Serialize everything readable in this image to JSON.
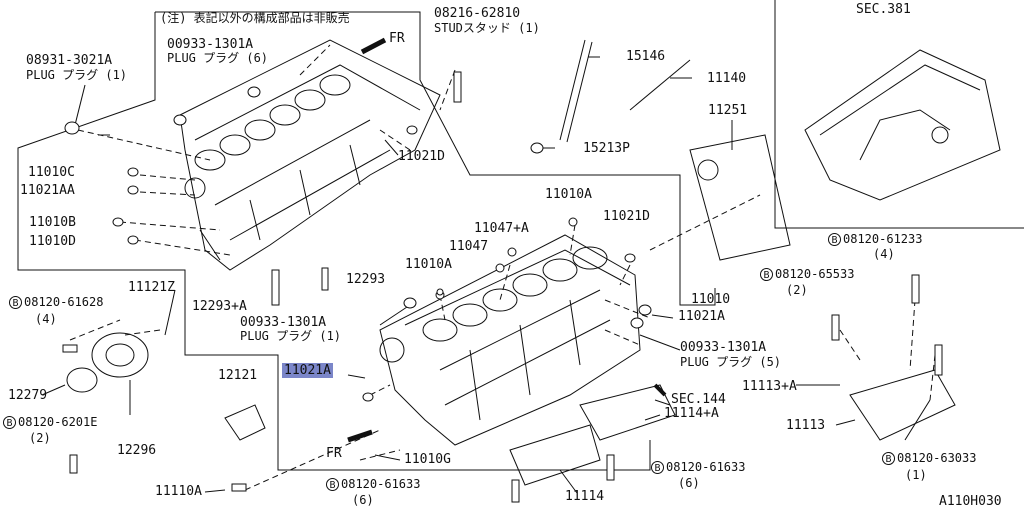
{
  "diagram": {
    "id_code": "A110H030",
    "note": "(注) 表記以外の構成部品は非販売",
    "directions": {
      "fr_top": "FR",
      "fr_bottom": "FR"
    },
    "sections": {
      "sec381": "SEC.381",
      "sec144": "SEC.144"
    },
    "parts": {
      "p08216": "08216-62810",
      "p08216_desc": "STUDスタッド (1)",
      "p08931": "08931-3021A",
      "p08931_desc": "PLUG プラグ (1)",
      "p00933_top": "00933-1301A",
      "p00933_top_desc": "PLUG プラグ (6)",
      "p15146": "15146",
      "p11140": "11140",
      "p11251": "11251",
      "p15213P": "15213P",
      "p11021D_top": "11021D",
      "p11010C": "11010C",
      "p11021AA": "11021AA",
      "p11010B": "11010B",
      "p11010D": "11010D",
      "p11010A_1": "11010A",
      "p11047A": "11047+A",
      "p11021D_mid": "11021D",
      "p11047": "11047",
      "p11010A_2": "11010A",
      "p12293": "12293",
      "p12293A": "12293+A",
      "p11121Z": "11121Z",
      "p00933_mid": "00933-1301A",
      "p00933_mid_desc": "PLUG プラグ (1)",
      "p11010": "11010",
      "p11021A_right": "11021A",
      "p00933_right": "00933-1301A",
      "p00933_right_desc": "PLUG プラグ (5)",
      "p12121": "12121",
      "p11021A_hl": "11021A",
      "p12279": "12279",
      "p12296": "12296",
      "p11113A": "11113+A",
      "p11114A": "11114+A",
      "p11113": "11113",
      "p11010G": "11010G",
      "p11114": "11114",
      "p11110A": "11110A"
    },
    "bolts": {
      "b61628": {
        "num": "08120-61628",
        "qty": "(4)"
      },
      "b6201E": {
        "num": "08120-6201E",
        "qty": "(2)"
      },
      "b61233": {
        "num": "08120-61233",
        "qty": "(4)"
      },
      "b65533": {
        "num": "08120-65533",
        "qty": "(2)"
      },
      "b63033": {
        "num": "08120-63033",
        "qty": "(1)"
      },
      "b61633_a": {
        "num": "08120-61633",
        "qty": "(6)"
      },
      "b61633_b": {
        "num": "08120-61633",
        "qty": "(6)"
      }
    },
    "bolt_mark": "B"
  }
}
